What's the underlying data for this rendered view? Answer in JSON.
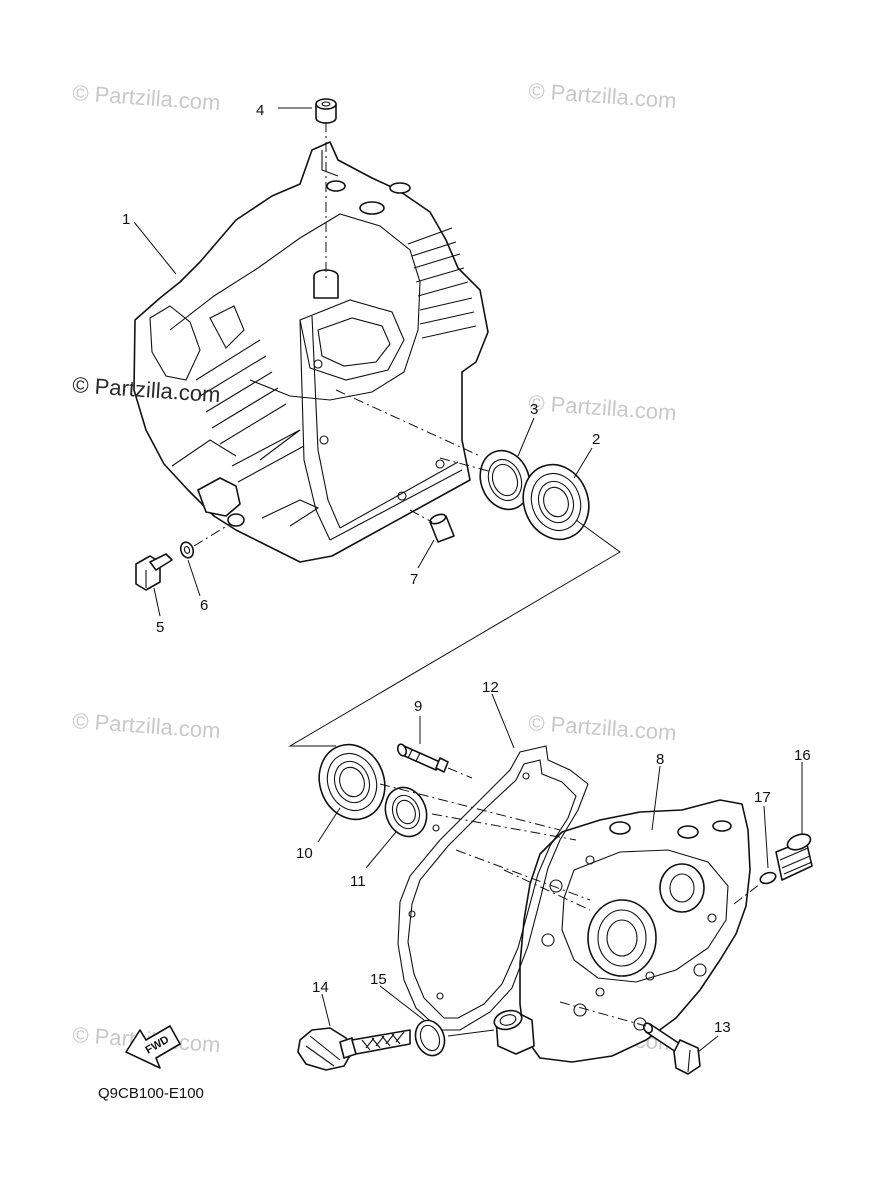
{
  "watermarks": {
    "light": "© Partzilla.com",
    "dark": "© Partzilla.com"
  },
  "callouts": {
    "p1": "1",
    "p2": "2",
    "p3": "3",
    "p4": "4",
    "p5": "5",
    "p6": "6",
    "p7": "7",
    "p8": "8",
    "p9": "9",
    "p10": "10",
    "p11": "11",
    "p12": "12",
    "p13": "13",
    "p14": "14",
    "p15": "15",
    "p16": "16",
    "p17": "17"
  },
  "fwd_label": "FWD",
  "diagram_code": "Q9CB100-E100"
}
